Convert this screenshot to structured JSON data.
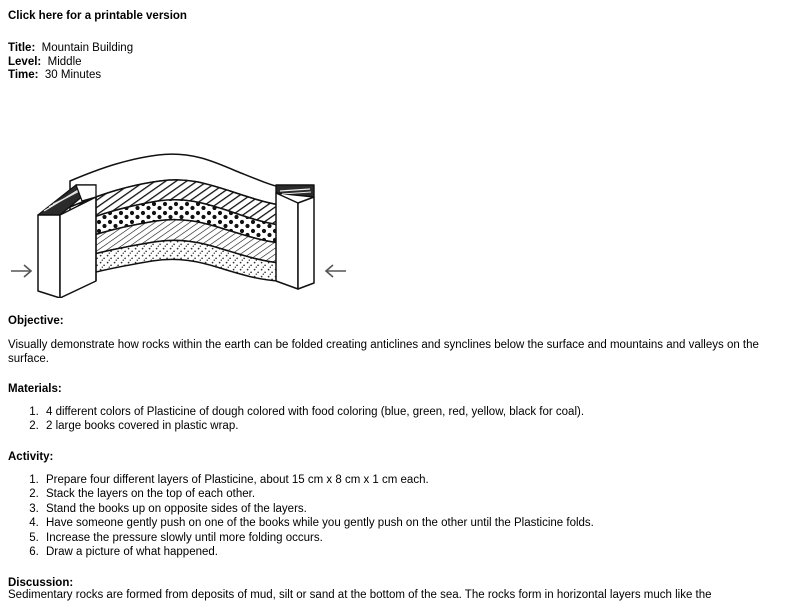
{
  "header": {
    "printable_link": "Click here for a printable version"
  },
  "meta": {
    "rows": [
      {
        "label": "Title",
        "separator": ":",
        "value": "Mountain Building"
      },
      {
        "label": "Level",
        "separator": ":",
        "value": "Middle"
      },
      {
        "label": "Time",
        "separator": ":",
        "value": "30 Minutes"
      }
    ]
  },
  "figure": {
    "caption_alt": "Two books compressing layered Plasticine into folds, with arrows showing compression from both sides",
    "left_arrow": "right-pointing-arrow",
    "right_arrow": "left-pointing-arrow",
    "left_book": "book-standing-left",
    "right_book": "book-standing-right",
    "layers": [
      {
        "name": "top-surface-layer",
        "pattern": "blank"
      },
      {
        "name": "dark-hatch-layer",
        "pattern": "dense-diagonal-hatch"
      },
      {
        "name": "coal-dot-layer",
        "pattern": "large-dots"
      },
      {
        "name": "fine-hatch-layer",
        "pattern": "fine-diagonal-hatch"
      },
      {
        "name": "sand-stipple-layer",
        "pattern": "fine-stipple"
      }
    ]
  },
  "objective": {
    "heading": "Objective:",
    "text": "Visually demonstrate how rocks within the earth can be folded creating anticlines and synclines below the surface and mountains and valleys on the surface."
  },
  "materials": {
    "heading": "Materials:",
    "items": [
      "4 different colors of Plasticine of dough colored with food coloring (blue, green, red, yellow, black for coal).",
      "2 large books covered in plastic wrap."
    ]
  },
  "activity": {
    "heading": "Activity:",
    "items": [
      "Prepare four different layers of Plasticine, about 15 cm x 8 cm x 1 cm each.",
      "Stack the layers on the top of each other.",
      "Stand the books up on opposite sides of the layers.",
      "Have someone gently push on one of the books while you gently push on the other until the Plasticine folds.",
      "Increase the pressure slowly until more folding occurs.",
      "Draw a picture of what happened."
    ]
  },
  "discussion": {
    "heading": "Discussion:",
    "text": "Sedimentary rocks are formed from deposits of mud, silt or sand at the bottom of the sea.  The rocks form in horizontal layers much like the"
  },
  "colors": {
    "text": "#000000",
    "background": "#ffffff",
    "ink": "#1a1a1a",
    "arrow": "#555555"
  }
}
